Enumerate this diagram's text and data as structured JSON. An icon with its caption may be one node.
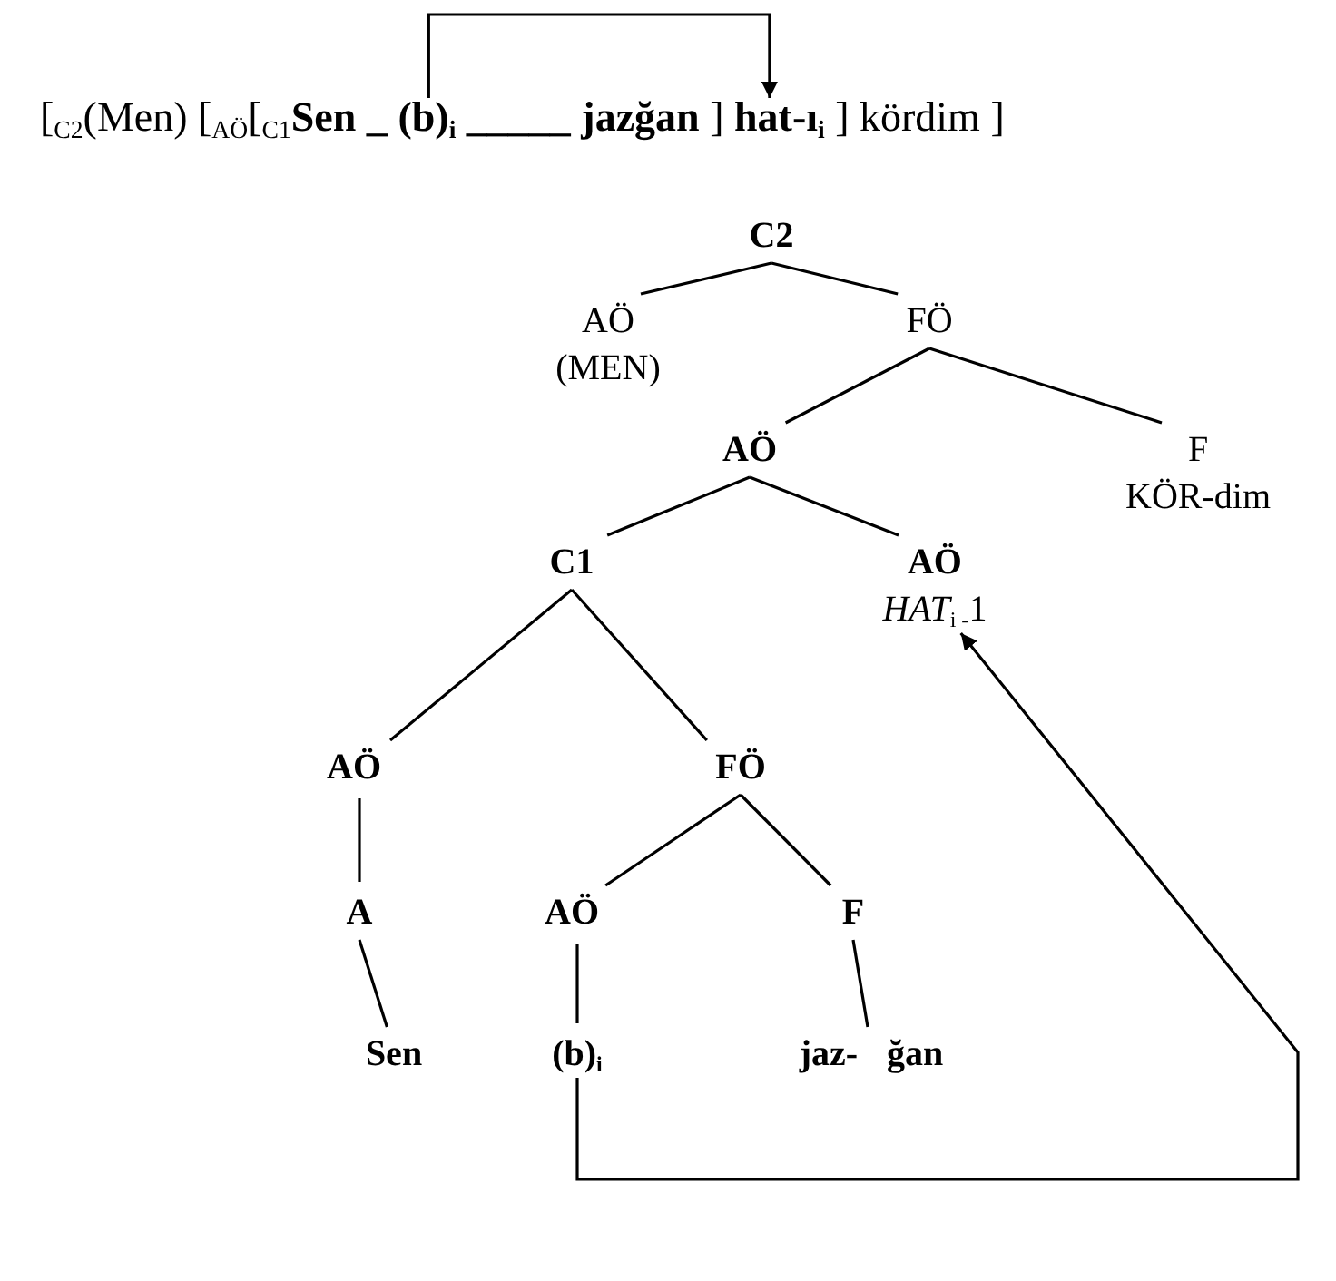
{
  "diagram": {
    "nodes": [
      {
        "text": [
          "(b)$_{i}$"
        ]
      },
      {
        "text": [
          "hat-ı$_{i}$"
        ]
      },
      {
        "text": [
          "C2"
        ]
      },
      {
        "text": [
          "AÖ",
          "(MEN)"
        ]
      },
      {
        "text": [
          "FÖ"
        ]
      },
      {
        "text": [
          "AÖ"
        ]
      },
      {
        "text": [
          "F",
          "KÖR-dim"
        ]
      },
      {
        "text": [
          "C1"
        ]
      },
      {
        "text": [
          "AÖ",
          "*HAT*$_{i -}$1"
        ]
      },
      {
        "text": [
          "AÖ"
        ]
      },
      {
        "text": [
          "FÖ"
        ]
      },
      {
        "text": [
          "A"
        ]
      },
      {
        "text": [
          "AÖ"
        ]
      },
      {
        "text": [
          "F"
        ]
      },
      {
        "text": [
          "Sen"
        ]
      },
      {
        "text": [
          "(b)$_{i}$"
        ]
      },
      {
        "text": [
          "jaz-",
          "ğan"
        ]
      }
    ],
    "edges": [
      {
        "from": 0,
        "to": 1,
        "arrow": "to"
      },
      {
        "from": 2,
        "to": 3,
        "arrow": "none"
      },
      {
        "from": 2,
        "to": 4,
        "arrow": "none"
      },
      {
        "from": 4,
        "to": 5,
        "arrow": "none"
      },
      {
        "from": 4,
        "to": 6,
        "arrow": "none"
      },
      {
        "from": 5,
        "to": 7,
        "arrow": "none"
      },
      {
        "from": 5,
        "to": 8,
        "arrow": "none"
      },
      {
        "from": 7,
        "to": 9,
        "arrow": "none"
      },
      {
        "from": 7,
        "to": 10,
        "arrow": "none"
      },
      {
        "from": 9,
        "to": 11,
        "arrow": "none"
      },
      {
        "from": 10,
        "to": 12,
        "arrow": "none"
      },
      {
        "from": 10,
        "to": 13,
        "arrow": "none"
      },
      {
        "from": 11,
        "to": 14,
        "arrow": "none"
      },
      {
        "from": 12,
        "to": 15,
        "arrow": "none"
      },
      {
        "from": 13,
        "to": 16,
        "arrow": "none"
      },
      {
        "from": 15,
        "to": 8,
        "arrow": "to"
      }
    ],
    "labels": [
      "[$_{C2}$(Men) [$_{AÖ}$[$_{C1}$**Sen _**",
      "**_____ jazğan** ]",
      "] kördim ]"
    ]
  }
}
